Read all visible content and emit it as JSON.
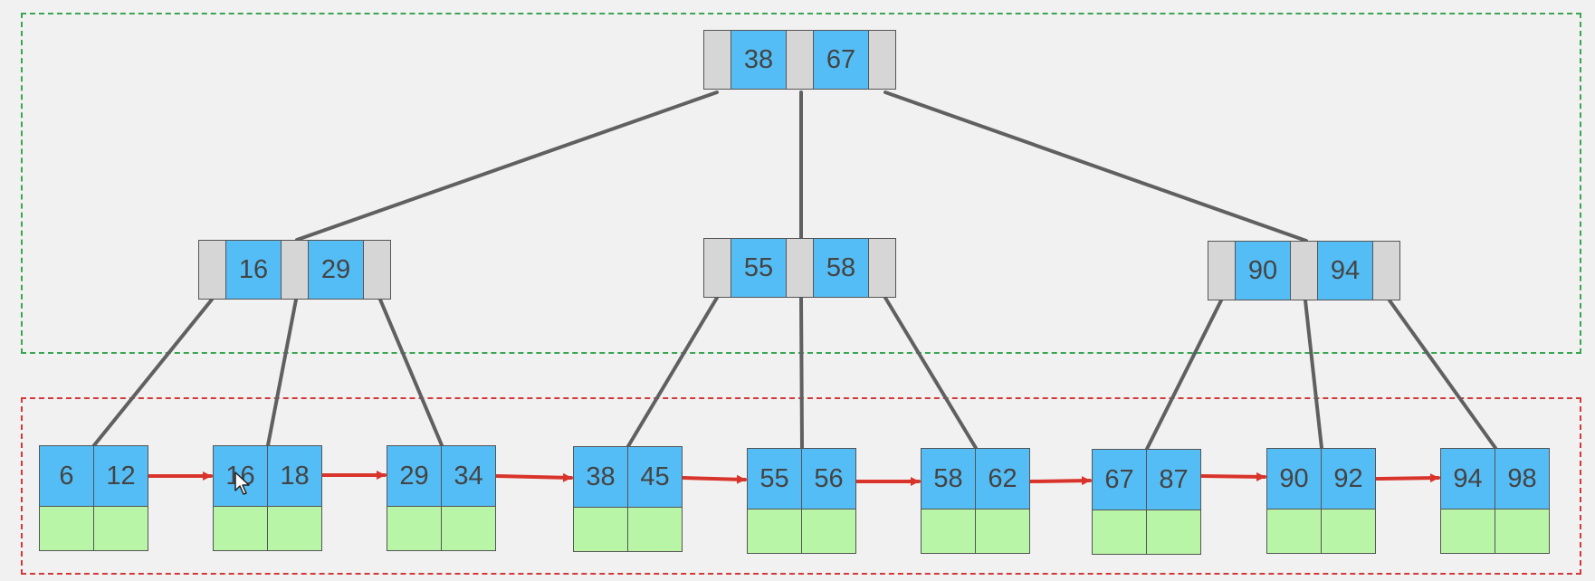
{
  "root": {
    "keys": [
      "38",
      "67"
    ]
  },
  "internal": [
    {
      "keys": [
        "16",
        "29"
      ]
    },
    {
      "keys": [
        "55",
        "58"
      ]
    },
    {
      "keys": [
        "90",
        "94"
      ]
    }
  ],
  "leaves": [
    {
      "keys": [
        "6",
        "12"
      ]
    },
    {
      "keys": [
        "16",
        "18"
      ]
    },
    {
      "keys": [
        "29",
        "34"
      ]
    },
    {
      "keys": [
        "38",
        "45"
      ]
    },
    {
      "keys": [
        "55",
        "56"
      ]
    },
    {
      "keys": [
        "58",
        "62"
      ]
    },
    {
      "keys": [
        "67",
        "87"
      ]
    },
    {
      "keys": [
        "90",
        "92"
      ]
    },
    {
      "keys": [
        "94",
        "98"
      ]
    }
  ],
  "colors": {
    "key_fill": "#55bdf5",
    "pointer_fill": "#d6d6d6",
    "data_fill": "#b9f5a6",
    "edge": "#606060",
    "leaf_link": "#d9342b",
    "internal_region_border": "#3aa552",
    "leaf_region_border": "#d23a3a"
  }
}
